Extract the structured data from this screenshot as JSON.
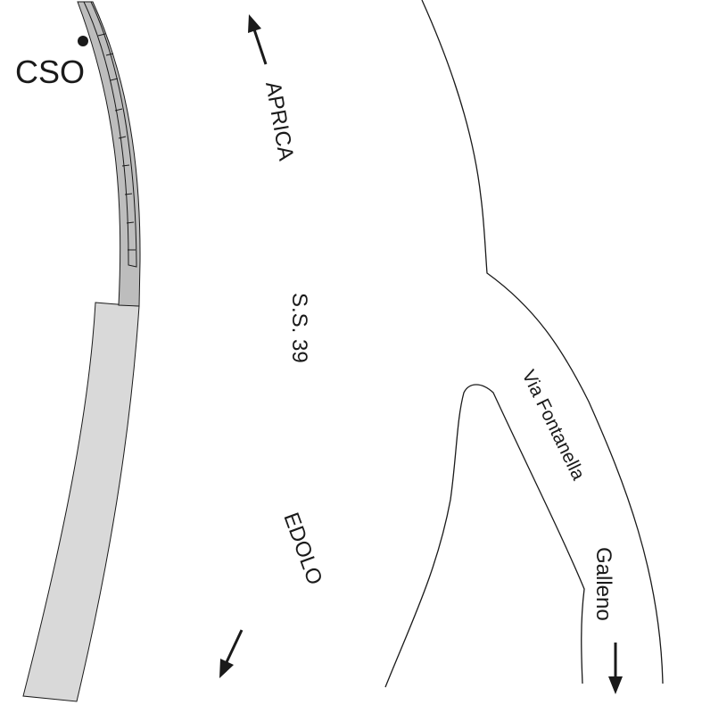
{
  "labels": {
    "cso": "CSO",
    "aprica": "APRICA",
    "road": "S.S. 39",
    "edolo": "EDOLO",
    "via": "Via Fontanella",
    "galleno": "Galleno"
  },
  "colors": {
    "ink": "#1a1a1a",
    "wide_strip": "#d9d9d9",
    "narrow_strip": "#bdbdbd",
    "background": "#ffffff"
  }
}
